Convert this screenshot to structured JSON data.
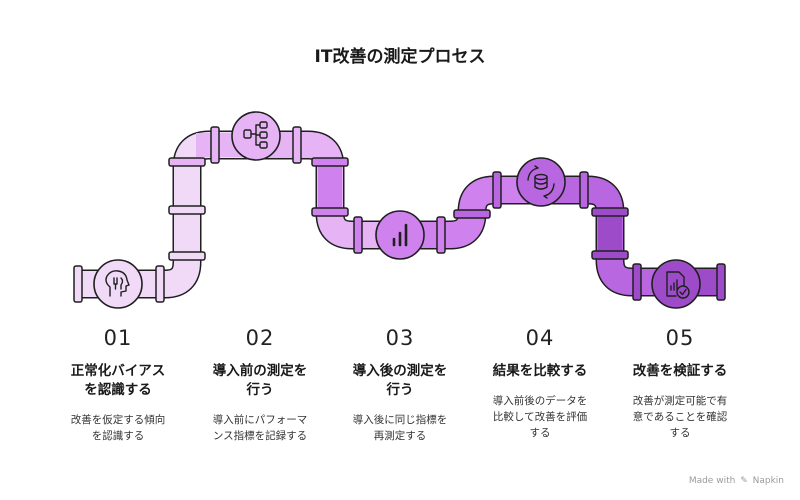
{
  "title": "IT改善の測定プロセス",
  "steps": [
    {
      "number": "01",
      "head": [
        "正常化バイアス",
        "を認識する"
      ],
      "desc": [
        "改善を仮定する傾向",
        "を認識する"
      ],
      "icon": "mind-icon"
    },
    {
      "number": "02",
      "head": [
        "導入前の測定を",
        "行う"
      ],
      "desc": [
        "導入前にパフォーマ",
        "ンス指標を記録する"
      ],
      "icon": "structure-icon"
    },
    {
      "number": "03",
      "head": [
        "導入後の測定を",
        "行う"
      ],
      "desc": [
        "導入後に同じ指標を",
        "再測定する"
      ],
      "icon": "bar-chart-icon"
    },
    {
      "number": "04",
      "head": [
        "結果を比較する"
      ],
      "desc": [
        "導入前後のデータを",
        "比較して改善を評価",
        "する"
      ],
      "icon": "database-compare-icon"
    },
    {
      "number": "05",
      "head": [
        "改善を検証する"
      ],
      "desc": [
        "改善が測定可能で有",
        "意であることを確認",
        "する"
      ],
      "icon": "report-check-icon"
    }
  ],
  "colors": {
    "pipe1": "#F1D9F8",
    "pipe2": "#E6B4F4",
    "pipe3": "#CF82EE",
    "pipe4": "#B967E0",
    "pipe5": "#9E4BCA",
    "stroke": "#1f1f1f"
  },
  "branding": {
    "prefix": "Made with",
    "icon": "napkin-icon",
    "name": "Napkin"
  }
}
